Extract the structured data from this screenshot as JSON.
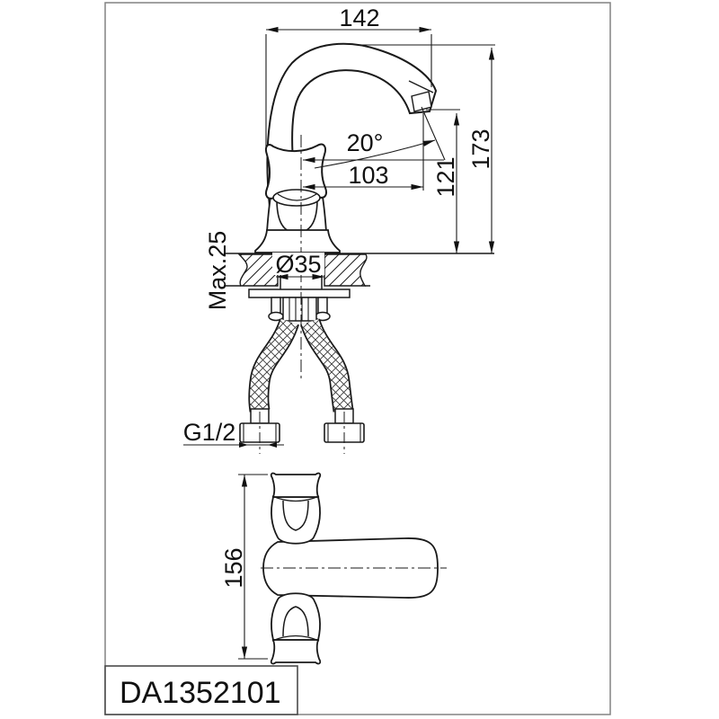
{
  "page": {
    "background": "#ffffff"
  },
  "frame": {
    "color": "#828282"
  },
  "line_color": "#1a1a1a",
  "title_block": {
    "model": "DA1352101"
  },
  "front_view": {
    "dim_top_width": "142",
    "dim_spout_angle": "20°",
    "dim_spout_reach": "103",
    "dim_outlet_height": "121",
    "dim_overall_height": "173",
    "dim_max_deck_thickness": "Max.25",
    "dim_hole_diameter": "Ø35",
    "dim_hose_thread": "G1/2"
  },
  "top_view": {
    "dim_overall_length": "156"
  }
}
